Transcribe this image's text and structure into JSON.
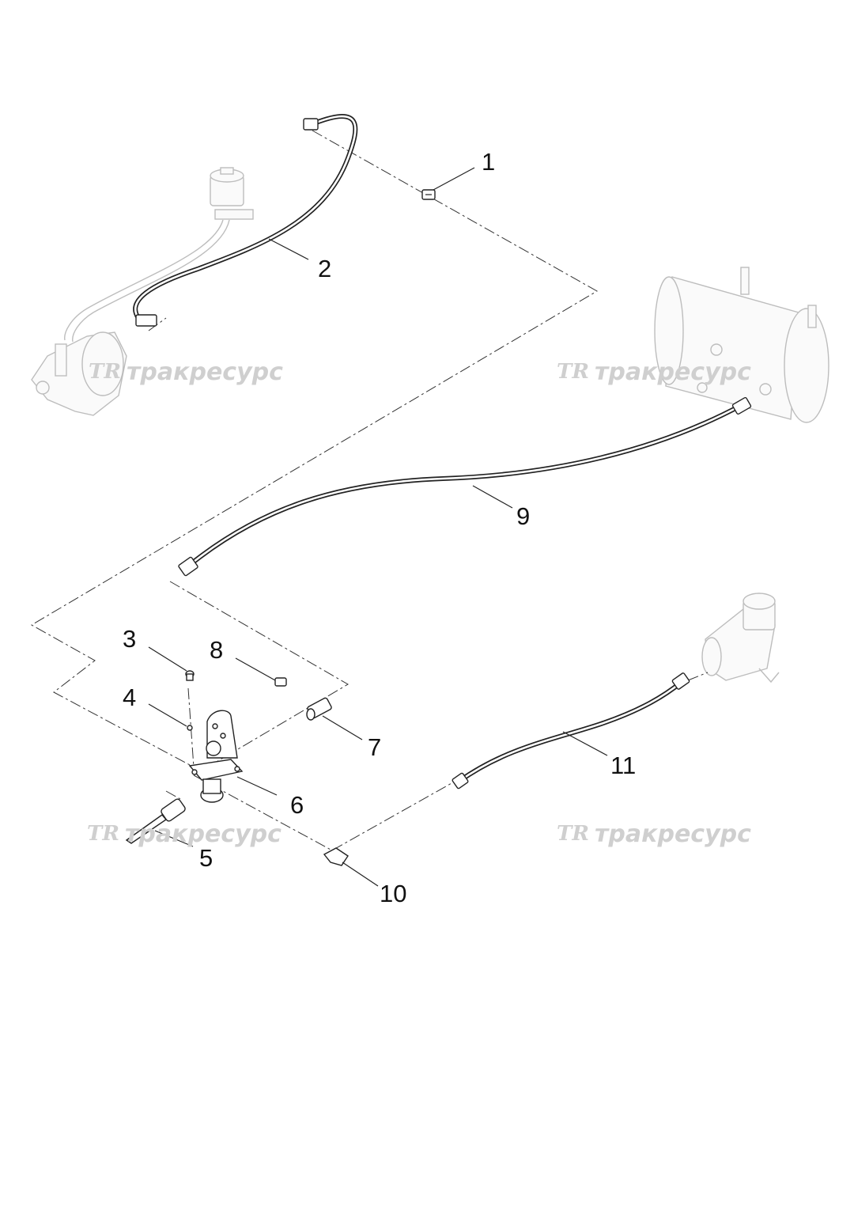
{
  "callouts": [
    {
      "id": "1",
      "label": "1"
    },
    {
      "id": "2",
      "label": "2"
    },
    {
      "id": "3",
      "label": "3"
    },
    {
      "id": "4",
      "label": "4"
    },
    {
      "id": "5",
      "label": "5"
    },
    {
      "id": "6",
      "label": "6"
    },
    {
      "id": "7",
      "label": "7"
    },
    {
      "id": "8",
      "label": "8"
    },
    {
      "id": "9",
      "label": "9"
    },
    {
      "id": "10",
      "label": "10"
    },
    {
      "id": "11",
      "label": "11"
    }
  ],
  "watermark": {
    "logo": "TR",
    "text": "тракресурс",
    "color": "#cfcfcf"
  }
}
